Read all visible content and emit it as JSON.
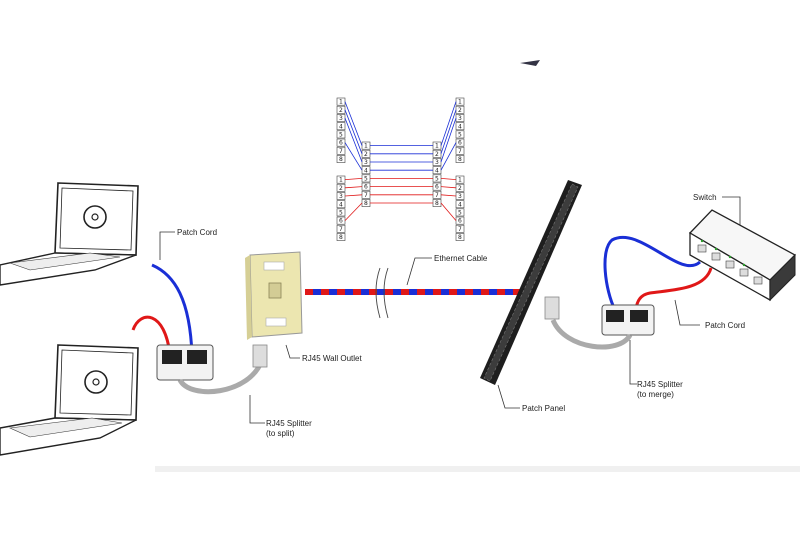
{
  "labels": {
    "patch_cord_left": "Patch Cord",
    "ethernet_cable": "Ethernet Cable",
    "switch": "Switch",
    "wall_outlet": "RJ45 Wall Outlet",
    "splitter_left": "RJ45 Splitter",
    "splitter_left_note": "(to split)",
    "patch_panel": "Patch Panel",
    "splitter_right": "RJ45 Splitter",
    "splitter_right_note": "(to merge)",
    "patch_cord_right": "Patch Cord"
  },
  "pin_numbers": [
    "1",
    "2",
    "3",
    "4",
    "5",
    "6",
    "7",
    "8"
  ],
  "colors": {
    "blue_wire": "#1a2fd6",
    "red_wire": "#e01818",
    "device_outline": "#222222",
    "outlet_fill": "#ece6b0"
  },
  "icons": {
    "laptop": "laptop-icon",
    "browser": "browser-logo-icon",
    "switch": "network-switch-icon",
    "outlet": "wall-outlet-icon",
    "panel": "patch-panel-icon",
    "splitter": "rj45-splitter-icon"
  }
}
